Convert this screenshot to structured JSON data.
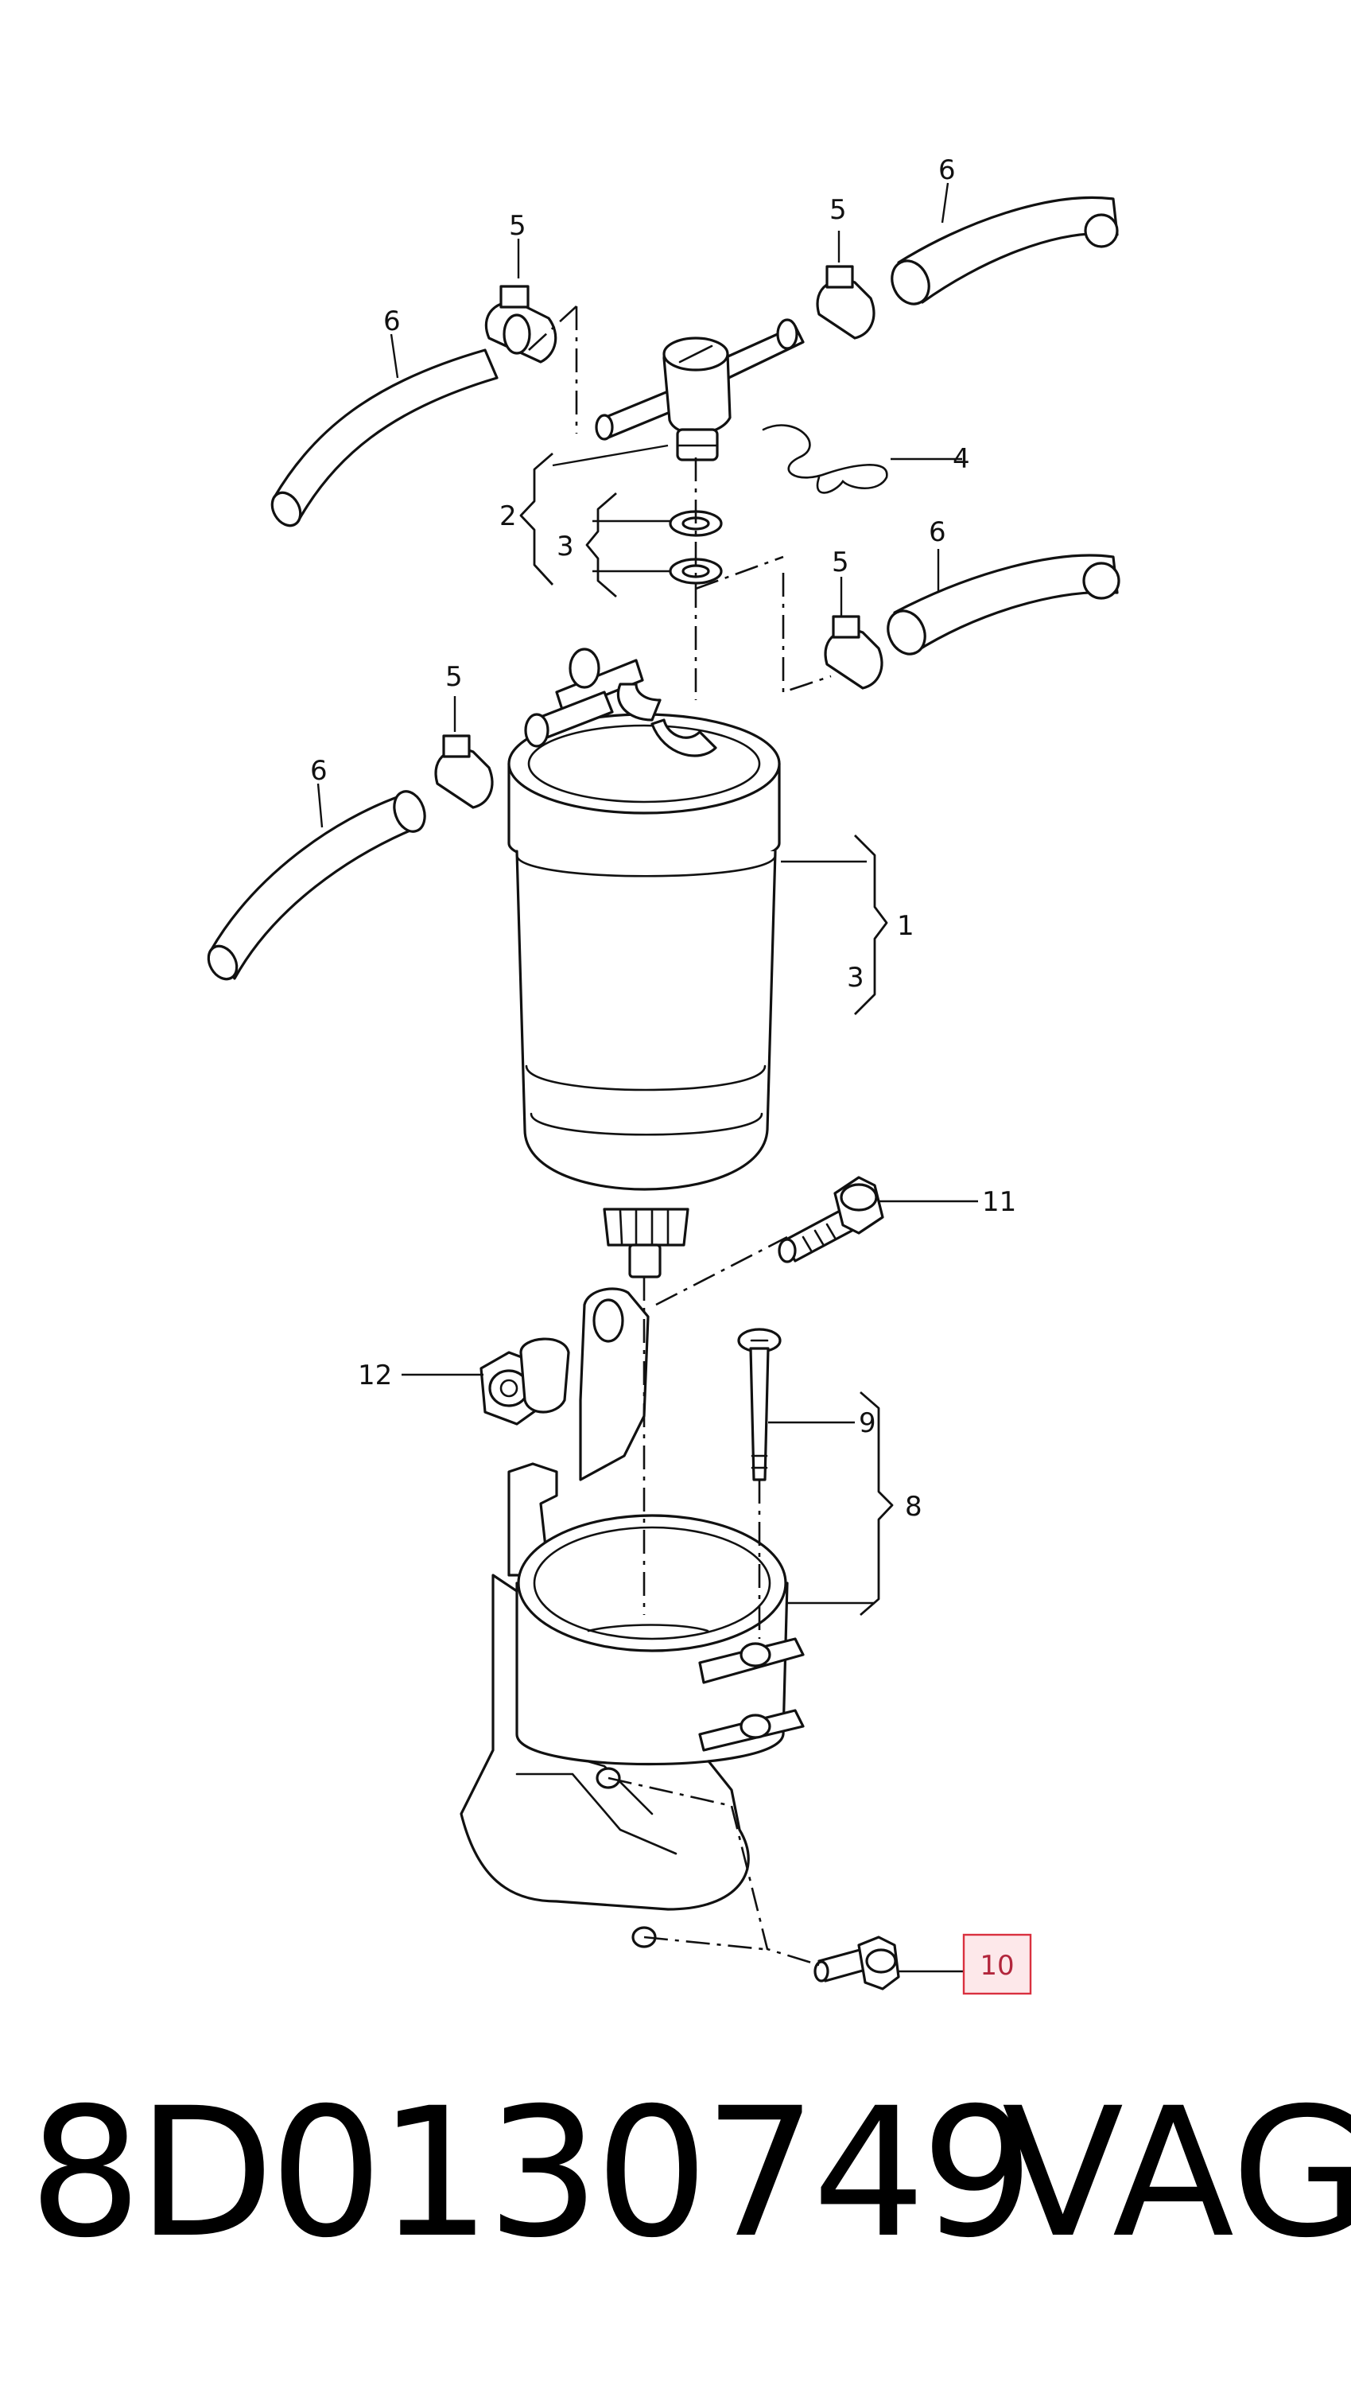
{
  "diagram": {
    "callouts": {
      "c1": "1",
      "c2": "2",
      "c3a": "3",
      "c3b": "3",
      "c4": "4",
      "c5a": "5",
      "c5b": "5",
      "c5c": "5",
      "c5d": "5",
      "c6a": "6",
      "c6b": "6",
      "c6c": "6",
      "c6d": "6",
      "c8": "8",
      "c9": "9",
      "c10": "10",
      "c11": "11",
      "c12": "12"
    },
    "highlight_color": "#d9303f"
  },
  "footer": {
    "part_number": "8D0130749",
    "brand": "VAG"
  }
}
